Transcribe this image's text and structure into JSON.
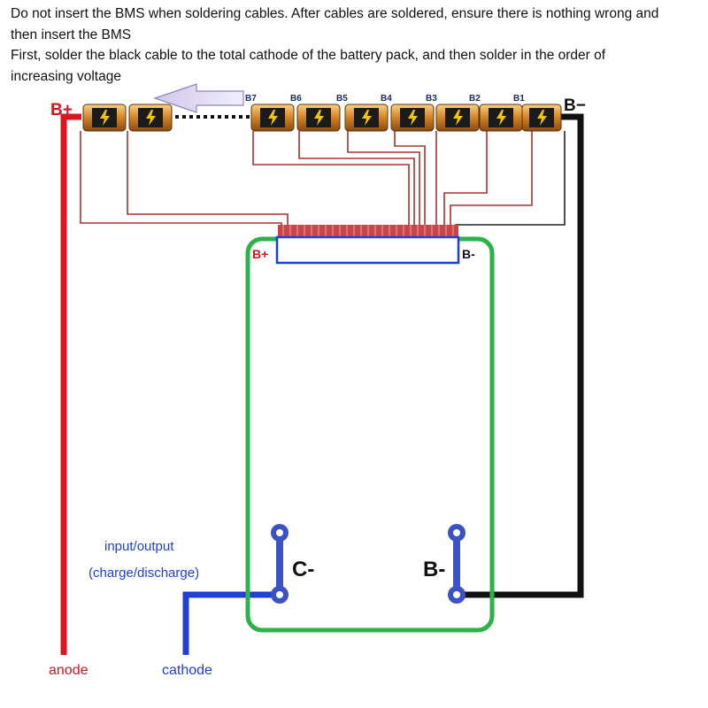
{
  "instructions": [
    "Do not insert the BMS when soldering cables. After cables are soldered, ensure there is nothing wrong and",
    "then insert the BMS",
    "First, solder the black cable to the total  cathode of the battery pack, and then solder in the order of",
    "increasing voltage"
  ],
  "pack": {
    "positive_label": "B+",
    "negative_label": "B−",
    "cell_labels": [
      "B7",
      "B6",
      "B5",
      "B4",
      "B3",
      "B2",
      "B1"
    ]
  },
  "bms": {
    "connector_positive": "B+",
    "connector_negative": "B-",
    "pad_c_minus": "C-",
    "pad_b_minus": "B-"
  },
  "io": {
    "label_line1": "input/output",
    "label_line2": "(charge/discharge)",
    "anode": "anode",
    "cathode": "cathode"
  },
  "colors": {
    "positive_wire": "#e0141e",
    "negative_wire": "#111111",
    "output_wire": "#1f3fd6",
    "board_outline": "#2bb34a",
    "balance_wire": "#a83232",
    "connector_outline": "#1f3fd6"
  }
}
